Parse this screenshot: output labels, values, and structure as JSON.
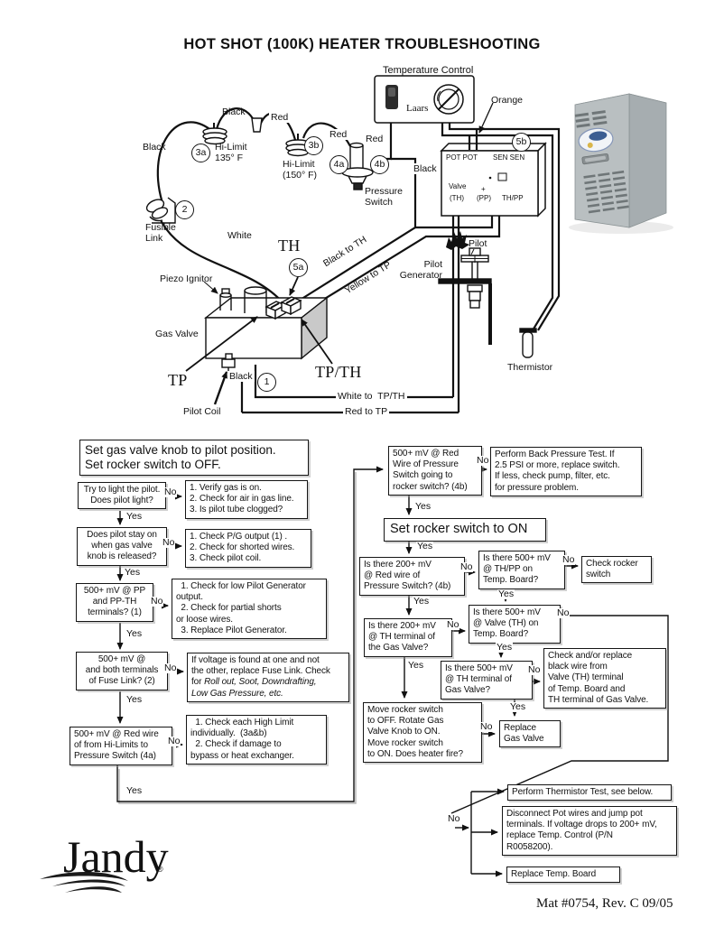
{
  "title": "HOT SHOT (100K) HEATER TROUBLESHOOTING",
  "footer": "Mat #0754, Rev. C 09/05",
  "logo": "Jandy",
  "logo_reg": "®",
  "wiring": {
    "temperature_control": "Temperature Control",
    "laars": "Laars",
    "orange": "Orange",
    "red": "Red",
    "black": "Black",
    "white": "White",
    "hi_limit_a": "Hi-Limit\n135° F",
    "hi_limit_b": "Hi-Limit\n(150° F)",
    "fusible_link": "Fusible\nLink",
    "pressure_switch": "Pressure\nSwitch",
    "th": "TH",
    "tp": "TP",
    "tp_th": "TP/TH",
    "black_to_th": "Black to TH",
    "yellow_to_tp": "Yellow to TP",
    "pilot_generator": "Pilot\nGenerator",
    "pilot": "Pilot",
    "piezo_ignitor": "Piezo Ignitor",
    "gas_valve": "Gas Valve",
    "pilot_coil": "Pilot Coil",
    "white_to_tpth": "White to  TP/TH",
    "red_to_tp": "Red to TP",
    "thermistor": "Thermistor",
    "board": {
      "pot": "POT POT",
      "sen": "SEN SEN",
      "valve": "Valve",
      "th": "(TH)",
      "plus": "+",
      "pp": "(PP)",
      "thpp": "TH/PP"
    },
    "callouts": {
      "c1": "1",
      "c2": "2",
      "c3a": "3a",
      "c3b": "3b",
      "c4a": "4a",
      "c4b": "4b",
      "c5a": "5a",
      "c5b": "5b"
    }
  },
  "flow": {
    "yes": "Yes",
    "no": "No",
    "start": "Set gas valve knob to pilot position.\nSet rocker switch to OFF.",
    "rocker_on": "Set rocker switch to ON",
    "q1": "Try to light the pilot.\nDoes pilot light?",
    "a1": "1. Verify gas is on.\n2. Check for air in gas line.\n3. Is pilot tube clogged?",
    "q2": "Does pilot stay on\nwhen gas valve\nknob is released?",
    "a2": "1. Check P/G output (1) .\n2. Check for shorted wires.\n3. Check pilot coil.",
    "q3": "500+ mV @ PP\nand PP-TH\nterminals? (1)",
    "a3": "  1. Check for low Pilot Generator\noutput.\n  2. Check for partial shorts\nor loose wires.\n  3. Replace Pilot Generator.",
    "q4": "500+ mV @\nand both terminals\nof Fuse Link? (2)",
    "a4": "If voltage is found at one and not\nthe other, replace Fuse Link. Check\nfor ",
    "a4i": "Roll out, Soot, Downdrafting,\nLow Gas Pressure, etc.",
    "q5": "500+ mV @ Red wire\nof from Hi-Limits to\nPressure Switch (4a)",
    "a5": "  1. Check each High Limit\nindividually.  (3a&b)\n  2. Check if damage to\nbypass or heat exchanger.",
    "q6": "500+ mV @ Red\nWire of Pressure\nSwitch going to\nrocker switch? (4b)",
    "a6": "Perform Back Pressure Test. If\n2.5 PSI or more, replace switch.\nIf less, check pump, filter, etc.\nfor pressure problem.",
    "q7": "Is there 200+ mV\n@ Red wire of\nPressure Switch? (4b)",
    "q8": "Is there 500+ mV\n@ TH/PP on\nTemp. Board?",
    "a8": "Check rocker\nswitch",
    "q9": "Is there 500+ mV\n@ Valve (TH) on\nTemp. Board?",
    "q10": "Is there 200+ mV\n@ TH terminal of\nthe Gas Valve?",
    "q11": "Is there 500+ mV\n@ TH terminal of\nGas Valve?",
    "a11": "Check and/or replace\nblack wire from\nValve (TH) terminal\nof Temp. Board and\nTH terminal of Gas Valve.",
    "q12": "Move rocker switch\nto OFF. Rotate Gas\nValve Knob to ON.\nMove rocker switch\nto ON. Does heater fire?",
    "replace_gas_valve": "Replace\nGas Valve",
    "b1": "Perform Thermistor Test, see below.",
    "b2": "Disconnect Pot wires and jump pot\nterminals. If voltage drops to 200+ mV,\nreplace Temp. Control (P/N\nR0058200).",
    "b3": "Replace Temp. Board"
  }
}
